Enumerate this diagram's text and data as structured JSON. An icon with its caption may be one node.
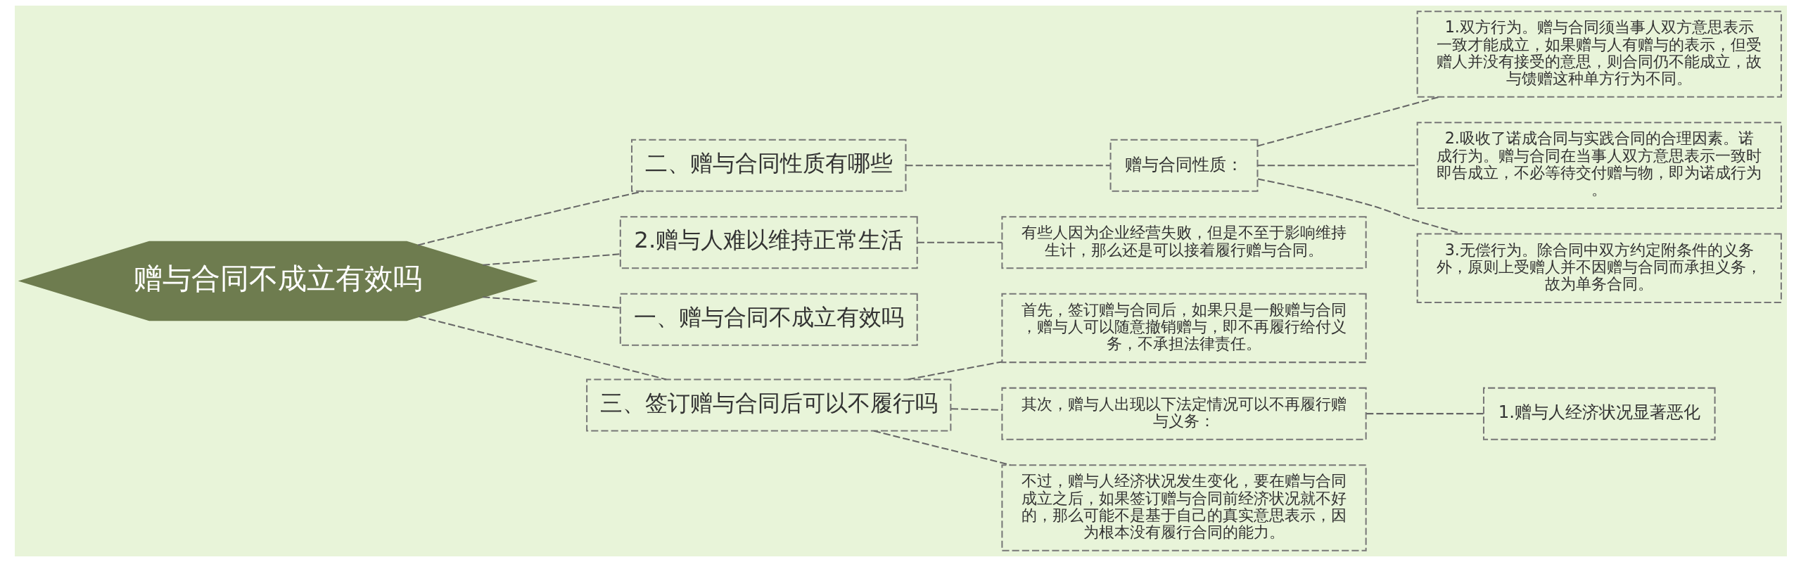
{
  "diagram": {
    "nodes": [
      {
        "text": [
          "赠与合同不成立有效吗"
        ]
      },
      {
        "text": [
          "二、赠与合同性质有哪些"
        ]
      },
      {
        "text": [
          "赠与合同性质："
        ]
      },
      {
        "text": [
          "1.双方行为。赠与合同须当事人双方意思表示一致才能成立，如果赠与人有赠与的表示，但受赠人并没有接受的意思，则合同仍不能成立，故与馈赠这种单方行为不同。"
        ]
      },
      {
        "text": [
          "2.吸收了诺成合同与实践合同的合理因素。诺成行为。赠与合同在当事人双方意思表示一致时即告成立，不必等待交付赠与物，即为诺成行为。"
        ]
      },
      {
        "text": [
          "3.无偿行为。除合同中双方约定附条件的义务外，原则上受赠人并不因赠与合同而承担义务，故为单务合同。"
        ]
      },
      {
        "text": [
          "2.赠与人难以维持正常生活"
        ]
      },
      {
        "text": [
          "有些人因为企业经营失败，但是不至于影响维持生计，那么还是可以接着履行赠与合同。"
        ]
      },
      {
        "text": [
          "一、赠与合同不成立有效吗"
        ]
      },
      {
        "text": [
          "三、签订赠与合同后可以不履行吗"
        ]
      },
      {
        "text": [
          "首先，签订赠与合同后，如果只是一般赠与合同，赠与人可以随意撤销赠与，即不再履行给付义务，不承担法律责任。"
        ]
      },
      {
        "text": [
          "其次，赠与人出现以下法定情况可以不再履行赠与义务："
        ]
      },
      {
        "text": [
          "1.赠与人经济状况显著恶化"
        ]
      },
      {
        "text": [
          "不过，赠与人经济状况发生变化，要在赠与合同成立之后，如果签订赠与合同前经济状况就不好的，那么可能不是基于自己的真实意思表示，因为根本没有履行合同的能力。"
        ]
      }
    ],
    "edges": [
      {
        "from": 0,
        "to": 1,
        "arrow": "none",
        "style": "dashed"
      },
      {
        "from": 1,
        "to": 2,
        "arrow": "none",
        "style": "dashed"
      },
      {
        "from": 2,
        "to": 3,
        "arrow": "none",
        "style": "dashed"
      },
      {
        "from": 2,
        "to": 4,
        "arrow": "none",
        "style": "dashed"
      },
      {
        "from": 2,
        "to": 5,
        "arrow": "none",
        "style": "dashed"
      },
      {
        "from": 0,
        "to": 6,
        "arrow": "none",
        "style": "dashed"
      },
      {
        "from": 6,
        "to": 7,
        "arrow": "none",
        "style": "dashed"
      },
      {
        "from": 0,
        "to": 8,
        "arrow": "none",
        "style": "dashed"
      },
      {
        "from": 0,
        "to": 9,
        "arrow": "none",
        "style": "dashed"
      },
      {
        "from": 9,
        "to": 10,
        "arrow": "none",
        "style": "dashed"
      },
      {
        "from": 9,
        "to": 11,
        "arrow": "none",
        "style": "dashed"
      },
      {
        "from": 11,
        "to": 12,
        "arrow": "none",
        "style": "dashed"
      },
      {
        "from": 9,
        "to": 13,
        "arrow": "none",
        "style": "dashed"
      }
    ]
  }
}
